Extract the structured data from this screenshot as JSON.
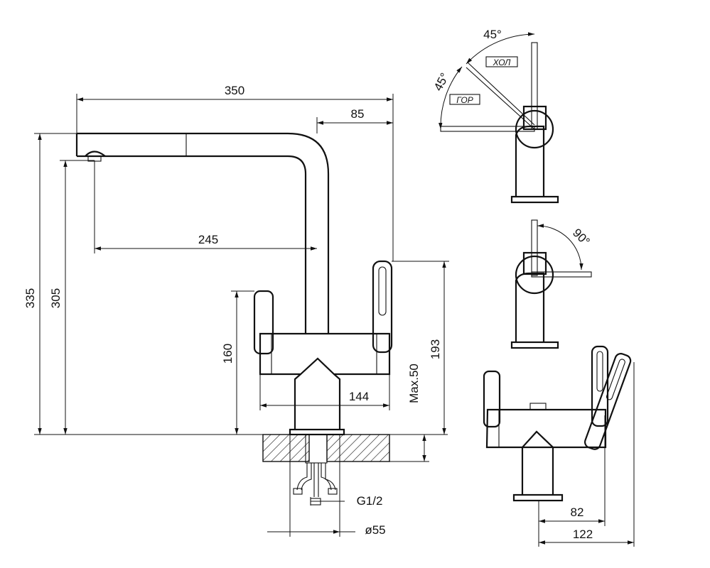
{
  "dimensions": {
    "d350": "350",
    "d85": "85",
    "d245": "245",
    "d335": "335",
    "d305": "305",
    "d160": "160",
    "d193": "193",
    "d144": "144",
    "max50": "Max.50",
    "g12": "G1/2",
    "dia55": "ø55",
    "d82": "82",
    "d122": "122"
  },
  "angles": {
    "top_left": "45°",
    "top_right": "45°",
    "rotation": "90°"
  },
  "labels": {
    "hot": "ГОР",
    "cold": "ХОЛ"
  }
}
